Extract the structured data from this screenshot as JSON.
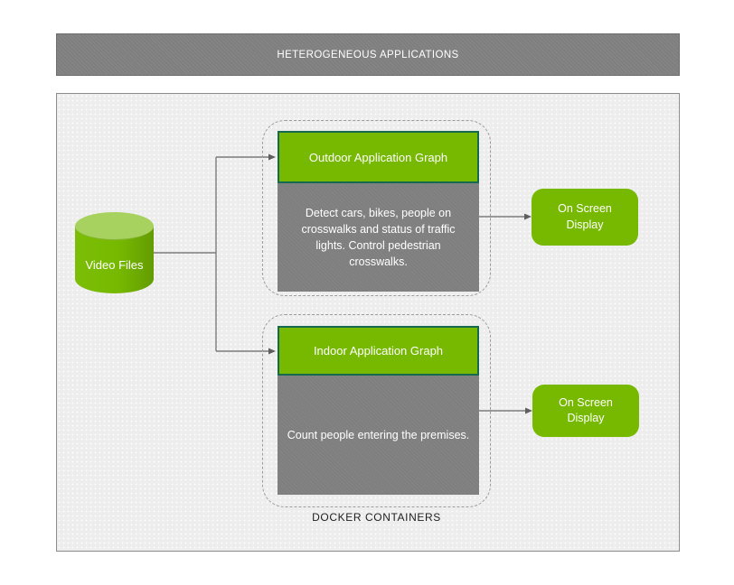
{
  "title_bar": {
    "title": "HETEROGENEOUS APPLICATIONS"
  },
  "source": {
    "label": "Video Files"
  },
  "docker": {
    "caption": "DOCKER CONTAINERS",
    "containers": [
      {
        "graph_title": "Outdoor Application Graph",
        "graph_description": "Detect cars, bikes, people on crosswalks and status of traffic lights. Control pedestrian crosswalks.",
        "output_label": "On Screen Display"
      },
      {
        "graph_title": "Indoor Application Graph",
        "graph_description": "Count people entering the premises.",
        "output_label": "On Screen Display"
      }
    ]
  },
  "colors": {
    "accent_green": "#76b900",
    "light_green_top": "#a8d25f",
    "dark_green_border": "#15694c",
    "gray_fill": "#7f7f7f",
    "background_texture": "#ededed"
  }
}
